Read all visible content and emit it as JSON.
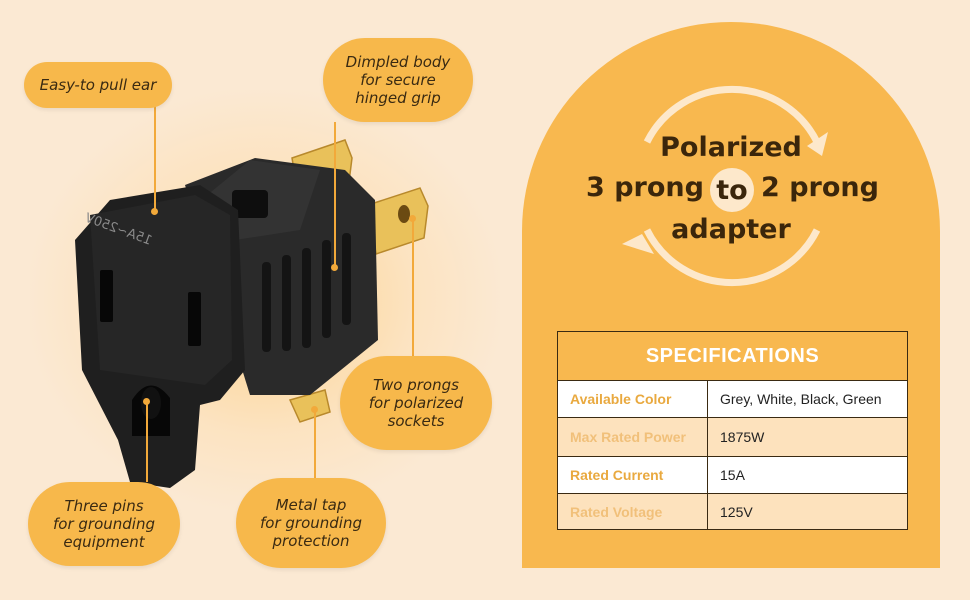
{
  "callouts": {
    "ear": "Easy-to pull ear",
    "body": "Dimpled body\nfor secure\nhinged grip",
    "prongs": "Two prongs\nfor polarized\nsockets",
    "pins": "Three pins\nfor grounding\nequipment",
    "metal": "Metal tap\nfor grounding\nprotection"
  },
  "product": {
    "rating_text": "15A~250V"
  },
  "headline": {
    "line1": "Polarized",
    "line2_left": "3 prong",
    "line2_mid": "to",
    "line2_right": "2 prong",
    "line3": "adapter"
  },
  "specs": {
    "title": "SPECIFICATIONS",
    "rows": [
      {
        "label": "Available Color",
        "value": "Grey, White, Black, Green"
      },
      {
        "label": "Max Rated Power",
        "value": "1875W"
      },
      {
        "label": "Rated Current",
        "value": "15A"
      },
      {
        "label": "Rated Voltage",
        "value": "125V"
      }
    ]
  },
  "colors": {
    "accent": "#f8b84f",
    "background": "#fbe9d3",
    "text": "#3b260b",
    "product": "#1e1e1e",
    "brass": "#e7b94a"
  }
}
